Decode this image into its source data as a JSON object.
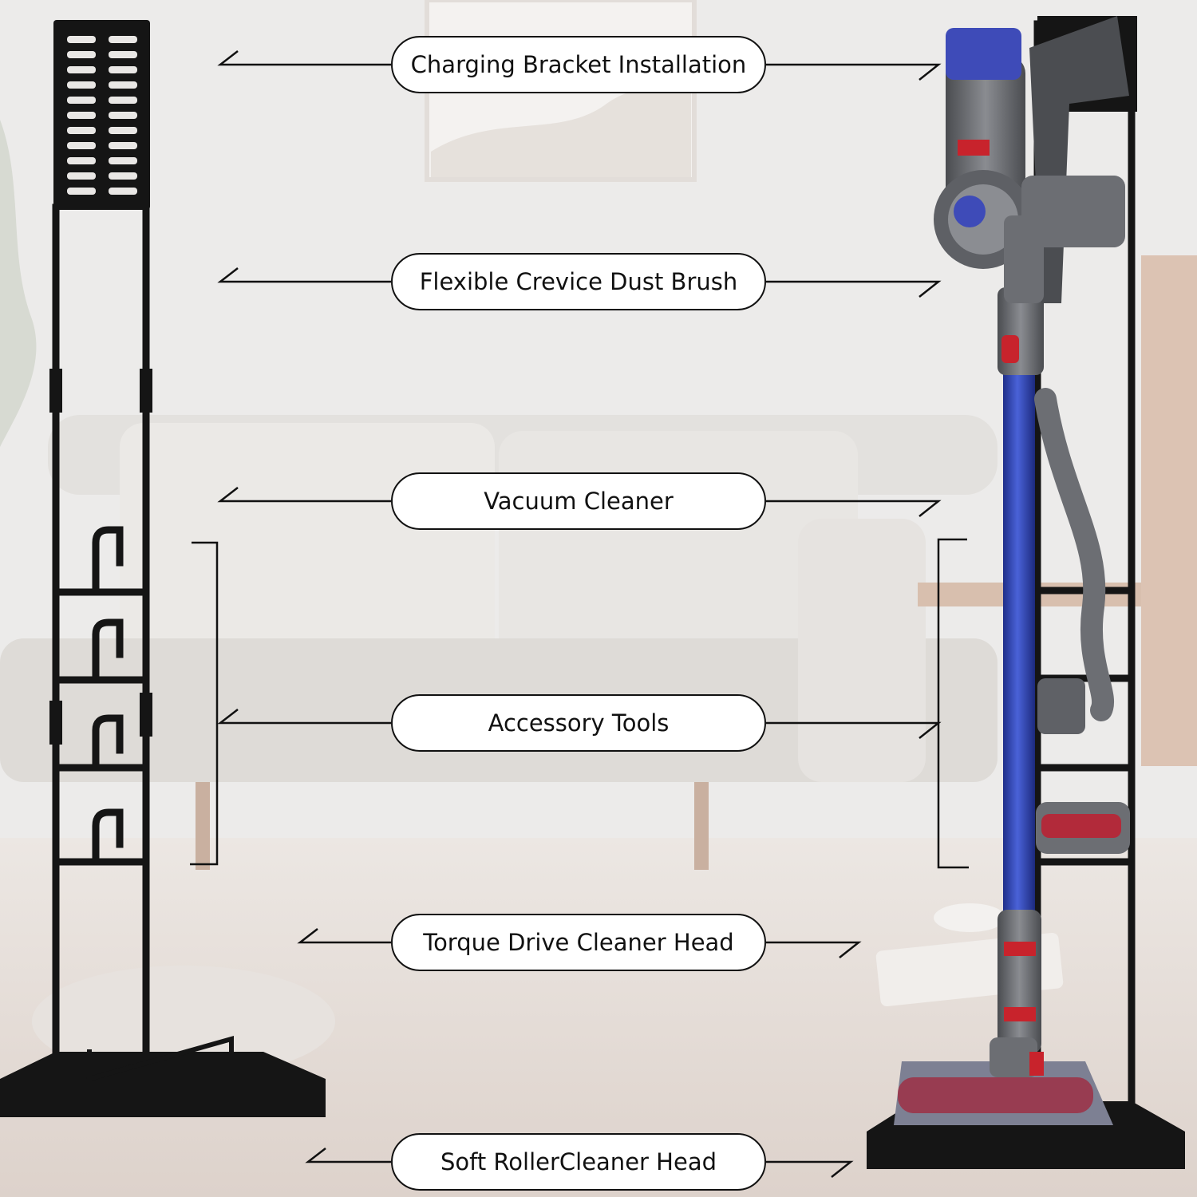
{
  "labels": [
    "Charging Bracket Installation",
    "Flexible Crevice Dust Brush",
    "Vacuum Cleaner",
    "Accessory Tools",
    "Torque Drive Cleaner Head",
    "Soft RollerCleaner Head"
  ],
  "colors": {
    "stand_metal": "#151515",
    "wand_blue": "#2a3fae",
    "accent_red": "#c8232c",
    "motor_gray": "#6c6e73",
    "label_border": "#111111",
    "room_background": "#e9e7e5"
  }
}
